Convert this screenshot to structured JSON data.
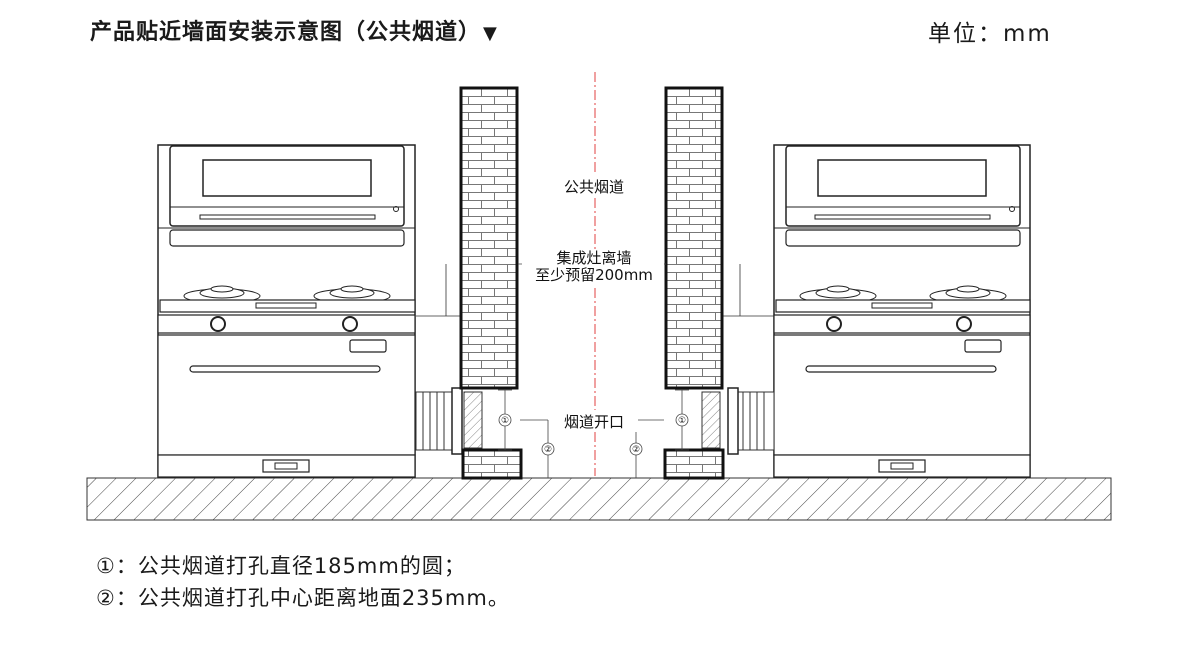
{
  "header": {
    "title": "产品贴近墙面安装示意图（公共烟道）",
    "title_marker": "▼",
    "unit": "单位：mm"
  },
  "diagram": {
    "label_flue": "公共烟道",
    "label_clearance_line1": "集成灶离墙",
    "label_clearance_line2": "至少预留200mm",
    "label_opening": "烟道开口",
    "marker_1": "①",
    "marker_2": "②"
  },
  "notes": {
    "note_1": "①：公共烟道打孔直径185mm的圆；",
    "note_2": "②：公共烟道打孔中心距离地面235mm。"
  },
  "colors": {
    "line": "#1a1a1a",
    "centerline": "#e04040",
    "background": "#ffffff"
  }
}
